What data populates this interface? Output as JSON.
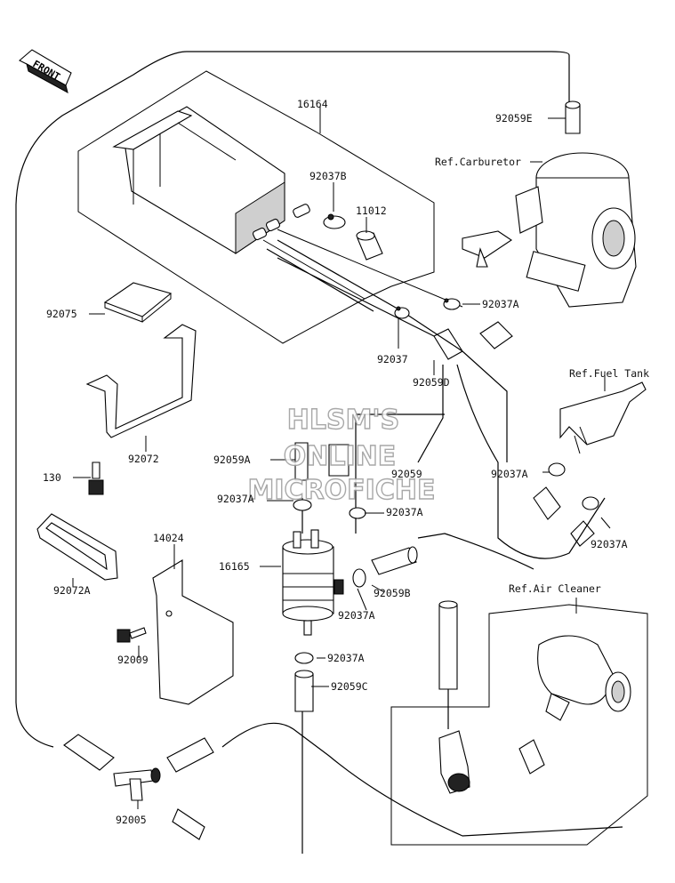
{
  "watermark": [
    "HLSM'S",
    "ONLINE",
    "MICROFICHE"
  ],
  "front_label": "FRONT",
  "part_labels": {
    "p16164": "16164",
    "p92059E": "92059E",
    "refCarburetor": "Ref.Carburetor",
    "p92037B": "92037B",
    "p11012": "11012",
    "p92075": "92075",
    "p92037A_1": "92037A",
    "p92037": "92037",
    "p92059D": "92059D",
    "refFuelTank": "Ref.Fuel Tank",
    "p92072": "92072",
    "p92059A": "92059A",
    "p92059": "92059",
    "p130": "130",
    "p92037A_2": "92037A",
    "p92037A_3": "92037A",
    "p92037A_4": "92037A",
    "p92037A_5": "92037A",
    "p14024": "14024",
    "p16165": "16165",
    "p92059B": "92059B",
    "p92072A": "92072A",
    "p92037A_6": "92037A",
    "refAirCleaner": "Ref.Air Cleaner",
    "p92009": "92009",
    "p92037A_7": "92037A",
    "p92059C": "92059C",
    "p92005": "92005"
  }
}
